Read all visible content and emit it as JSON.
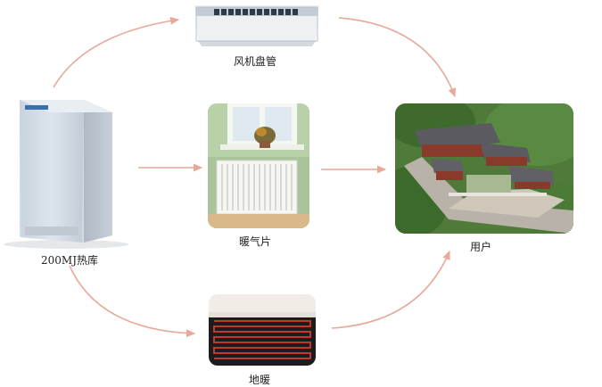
{
  "nodes": {
    "heat_store": {
      "label": "200MJ热库",
      "icon": "heat-storage-cabinet"
    },
    "fan_coil": {
      "label": "风机盘管",
      "icon": "fan-coil-unit"
    },
    "radiator": {
      "label": "暖气片",
      "icon": "radiator"
    },
    "floor": {
      "label": "地暖",
      "icon": "floor-heating-pipes"
    },
    "user": {
      "label": "用户",
      "icon": "courtyard-house"
    }
  },
  "flows": [
    {
      "from": "200MJ热库",
      "to": "风机盘管"
    },
    {
      "from": "200MJ热库",
      "to": "暖气片"
    },
    {
      "from": "200MJ热库",
      "to": "地暖"
    },
    {
      "from": "风机盘管",
      "to": "用户"
    },
    {
      "from": "暖气片",
      "to": "用户"
    },
    {
      "from": "地暖",
      "to": "用户"
    }
  ],
  "colors": {
    "arrow": "#e8a99a",
    "label": "#222222"
  }
}
